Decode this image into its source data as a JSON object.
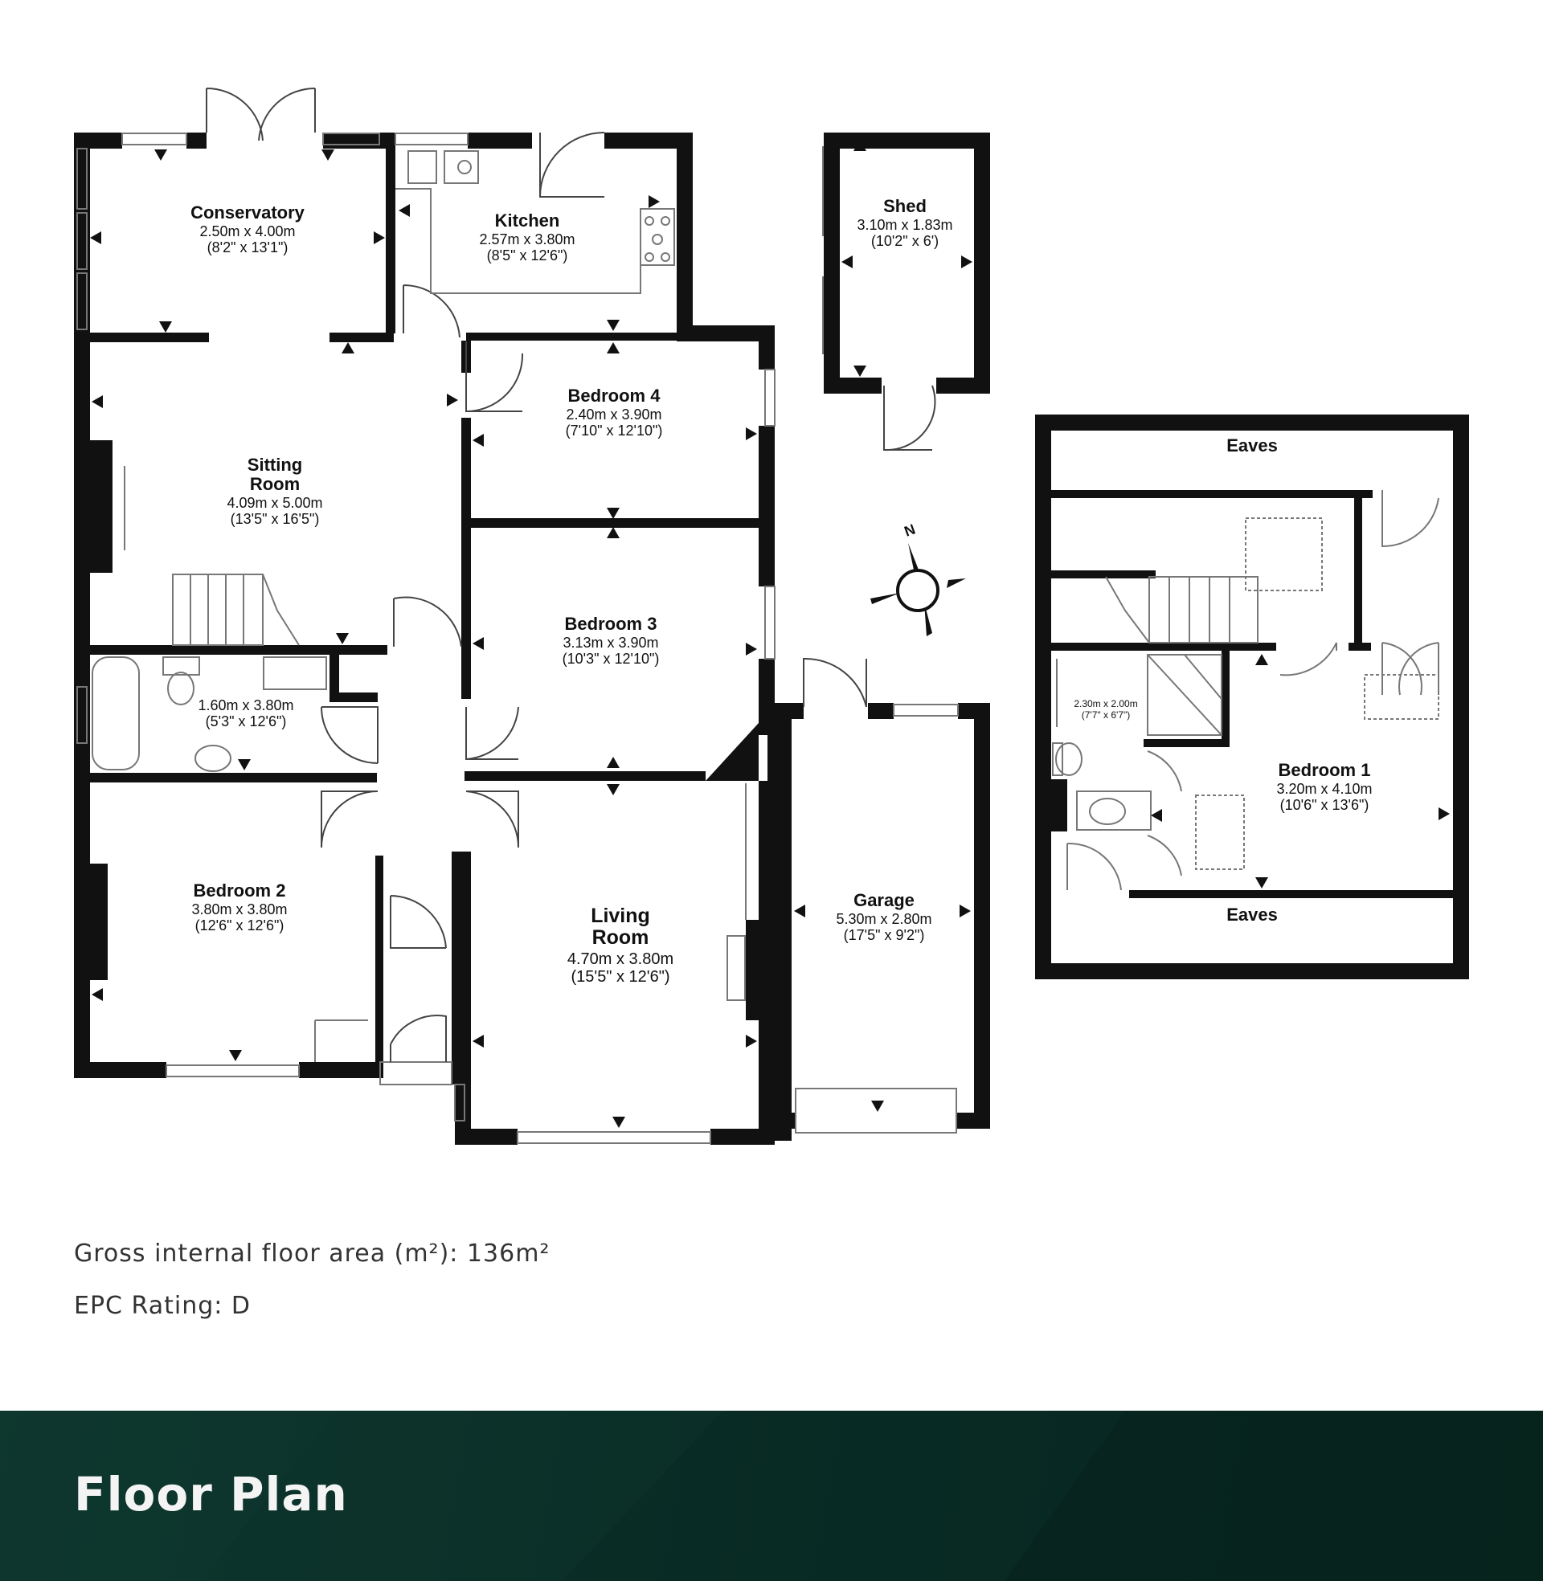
{
  "rooms": {
    "conservatory": {
      "name": "Conservatory",
      "metric": "2.50m x 4.00m",
      "imperial": "(8'2\" x 13'1\")"
    },
    "kitchen": {
      "name": "Kitchen",
      "metric": "2.57m x 3.80m",
      "imperial": "(8'5\" x 12'6\")"
    },
    "shed": {
      "name": "Shed",
      "metric": "3.10m x 1.83m",
      "imperial": "(10'2\" x 6')"
    },
    "sitting_room": {
      "name_line1": "Sitting",
      "name_line2": "Room",
      "metric": "4.09m x 5.00m",
      "imperial": "(13'5\" x 16'5\")"
    },
    "bedroom4": {
      "name": "Bedroom 4",
      "metric": "2.40m x 3.90m",
      "imperial": "(7'10\" x 12'10\")"
    },
    "bedroom3": {
      "name": "Bedroom 3",
      "metric": "3.13m x 3.90m",
      "imperial": "(10'3\" x 12'10\")"
    },
    "bathroom": {
      "metric": "1.60m x 3.80m",
      "imperial": "(5'3\" x 12'6\")"
    },
    "bedroom2": {
      "name": "Bedroom 2",
      "metric": "3.80m x 3.80m",
      "imperial": "(12'6\" x 12'6\")"
    },
    "living_room": {
      "name_line1": "Living",
      "name_line2": "Room",
      "metric": "4.70m x 3.80m",
      "imperial": "(15'5\" x 12'6\")"
    },
    "garage": {
      "name": "Garage",
      "metric": "5.30m x 2.80m",
      "imperial": "(17'5\" x 9'2\")"
    },
    "eaves_top": {
      "name": "Eaves"
    },
    "eaves_bottom": {
      "name": "Eaves"
    },
    "ensuite": {
      "metric": "2.30m x 2.00m",
      "imperial": "(7'7\" x 6'7\")"
    },
    "bedroom1": {
      "name": "Bedroom 1",
      "metric": "3.20m x 4.10m",
      "imperial": "(10'6\" x 13'6\")"
    }
  },
  "compass": {
    "label": "N"
  },
  "info": {
    "floor_area": "Gross internal floor area (m²): 136m²",
    "epc": "EPC Rating: D"
  },
  "footer": {
    "title": "Floor Plan"
  },
  "colors": {
    "wall": "#111111",
    "footer_bg": "#0a2d26",
    "footer_text": "#f4f4f4"
  }
}
